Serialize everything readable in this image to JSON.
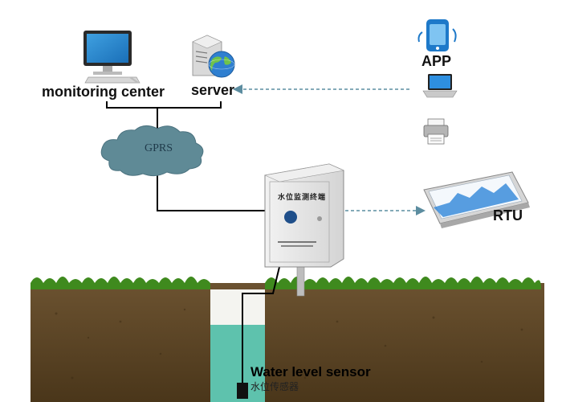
{
  "nodes": {
    "monitoring_center": {
      "label": "monitoring center"
    },
    "server": {
      "label": "server"
    },
    "gprs": {
      "label": "GPRS"
    },
    "app": {
      "label": "APP"
    },
    "rtu": {
      "label": "RTU"
    },
    "terminal_box": {
      "title": "水位监测终端"
    },
    "sensor": {
      "label_en": "Water level sensor",
      "label_cn": "水位传感器"
    }
  },
  "icons": {
    "monitor": "desktop-monitor-icon",
    "server": "server-globe-icon",
    "app": "smartphone-app-icon",
    "laptop": "laptop-icon",
    "printer": "printer-icon",
    "rtu": "rtu-device-icon",
    "cloud": "gprs-cloud-icon"
  },
  "colors": {
    "cloud": "#5f8a96",
    "soil": "#5a4423",
    "grass": "#3f8a1e",
    "water": "#5ec2ad",
    "box": "#e6e6e6",
    "line": "#000000",
    "dashed_arrow": "#5c8da0"
  }
}
